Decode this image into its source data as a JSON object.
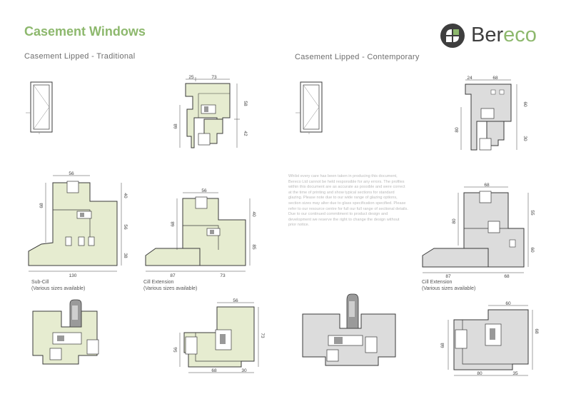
{
  "page": {
    "title": "Casement Windows",
    "brand": {
      "name_part1": "Ber",
      "name_part2": "eco",
      "text_color": "#3e3e3e",
      "accent_color": "#8db86d",
      "icon": "bereco-logo-icon"
    }
  },
  "colors": {
    "traditional_fill": "#e6ecd0",
    "contemporary_fill": "#dcdcdc",
    "outline": "#3a3a3a",
    "dimension": "#444444"
  },
  "traditional": {
    "title": "Casement Lipped - Traditional",
    "top_section_dims": [
      "25",
      "73",
      "58",
      "68",
      "42"
    ],
    "sub_cill": {
      "caption_line1": "Sub-Cill",
      "caption_line2": "(Various sizes available)",
      "dims": [
        "56",
        "68",
        "40",
        "56",
        "38",
        "130"
      ]
    },
    "cill_extension": {
      "caption_line1": "Cill Extension",
      "caption_line2": "(Various sizes available)",
      "dims": [
        "56",
        "68",
        "40",
        "85",
        "87",
        "73"
      ]
    },
    "bottom_right_dims": [
      "56",
      "73",
      "56",
      "68",
      "30"
    ]
  },
  "contemporary": {
    "title": "Casement Lipped - Contemporary",
    "top_section_dims": [
      "24",
      "68",
      "60",
      "80",
      "30"
    ],
    "sub_cill": {
      "dims": [
        "68",
        "80",
        "55",
        "60"
      ]
    },
    "cill_extension": {
      "caption_line1": "Cill Extension",
      "caption_line2": "(Various sizes available)",
      "dims": [
        "87",
        "68"
      ]
    },
    "bottom_right_dims": [
      "60",
      "68",
      "68",
      "80",
      "35"
    ]
  },
  "disclaimer": "Whilst every care has been taken in producing this document, Bereco Ltd cannot be held responsible for any errors. The profiles within this document are as accurate as possible and were correct at the time of printing and show typical sections for standard glazing. Please note due to our wide range of glazing options, section sizes may alter due to glass specification specified. Please refer to our resource centre for full our full range of sectional details. Due to our continued commitment to product design and development we reserve the right to change the design without prior notice."
}
